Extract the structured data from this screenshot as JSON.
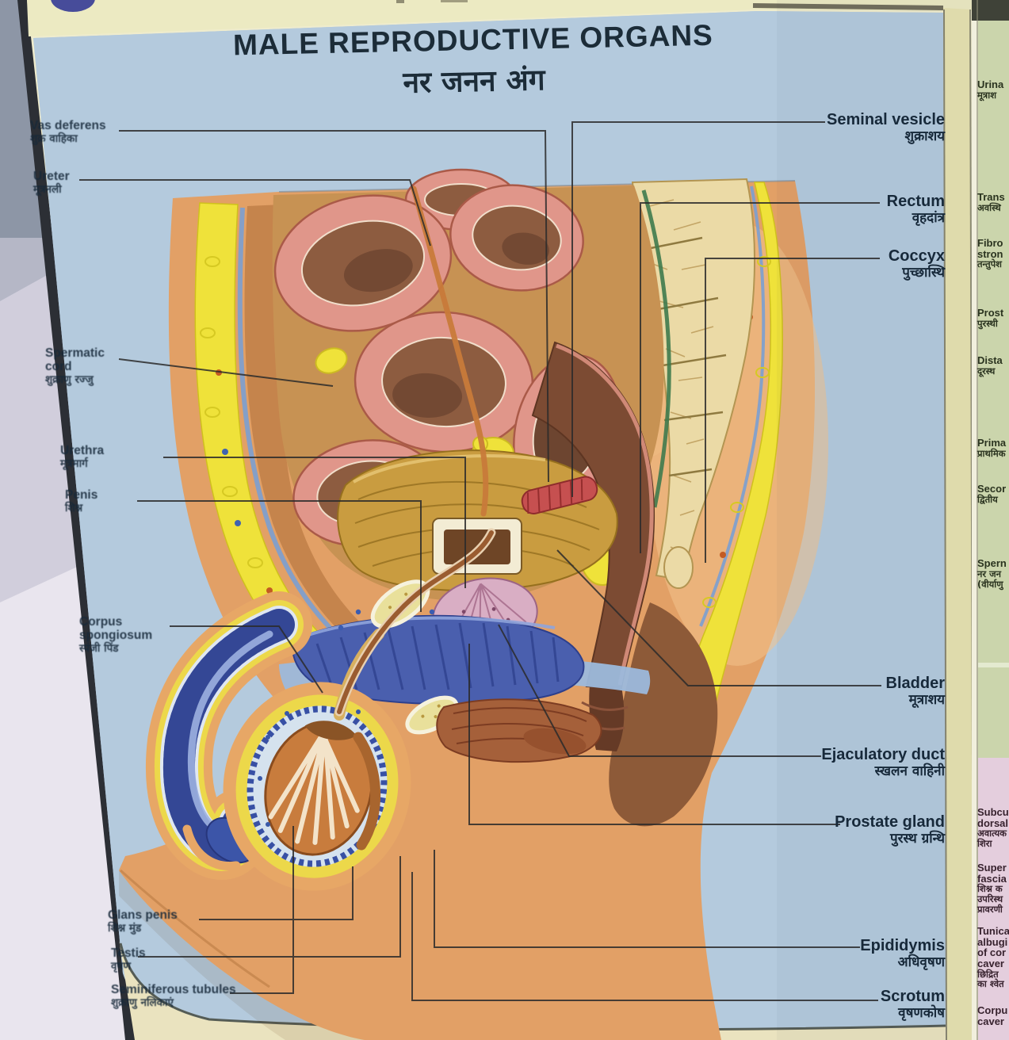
{
  "title": {
    "en": "MALE REPRODUCTIVE ORGANS",
    "hi": "नर जनन अंग"
  },
  "labels_left": [
    {
      "en": "Vas deferens",
      "hi": "शुक्र वाहिका"
    },
    {
      "en": "Ureter",
      "hi": "मूत्रनली"
    },
    {
      "en": "Spermatic\ncord",
      "hi": "शुक्राणु रज्जु"
    },
    {
      "en": "Urethra",
      "hi": "मूत्रमार्ग"
    },
    {
      "en": "Penis",
      "hi": "शिश्न"
    },
    {
      "en": "Corpus\nspongiosum",
      "hi": "स्पंजी पिंड"
    },
    {
      "en": "Glans penis",
      "hi": "शिश्न मुंड"
    },
    {
      "en": "Testis",
      "hi": "वृषण"
    },
    {
      "en": "Seminiferous tubules",
      "hi": "शुक्राणु नलिकाएं"
    }
  ],
  "labels_right": [
    {
      "en": "Seminal vesicle",
      "hi": "शुक्राशय"
    },
    {
      "en": "Rectum",
      "hi": "वृहदांत्र"
    },
    {
      "en": "Coccyx",
      "hi": "पुच्छास्थि"
    },
    {
      "en": "Bladder",
      "hi": "मूत्राशय"
    },
    {
      "en": "Ejaculatory duct",
      "hi": "स्खलन वाहिनी"
    },
    {
      "en": "Prostate gland",
      "hi": "पुरस्थ ग्रन्थि"
    },
    {
      "en": "Epididymis",
      "hi": "अधिवृषण"
    },
    {
      "en": "Scrotum",
      "hi": "वृषणकोष"
    }
  ],
  "side_panel": {
    "green_top": [
      {
        "en": "Urina",
        "hi": "मूत्राश"
      },
      {
        "en": "Trans",
        "hi": "अवस्थि"
      },
      {
        "en": "Fibro\nstron",
        "hi": "तन्तुपेश"
      },
      {
        "en": "Prost",
        "hi": "पुरस्थी"
      },
      {
        "en": "Dista",
        "hi": "दूरस्थ"
      }
    ],
    "green_bottom": [
      {
        "en": "Prima",
        "hi": "प्राथमिक"
      },
      {
        "en": "Secor",
        "hi": "द्वितीय"
      },
      {
        "en": "Spern",
        "hi": "नर जन\n(वीर्याणु"
      }
    ],
    "pink": [
      {
        "en": "Subcu\ndorsal",
        "hi": "अवात्यक\nशिरा"
      },
      {
        "en": "Super\nfascia",
        "hi": "शिश्न क\nउपरिस्थ\nप्रावरणी"
      },
      {
        "en": "Tunica\nalbugi\nof cor\ncaver",
        "hi": "छिद्रित\nका श्वेत"
      },
      {
        "en": "Corpu\ncaver",
        "hi": ""
      }
    ]
  },
  "colors": {
    "poster_blue": "#b4cadd",
    "panel_green": "#cbd5ac",
    "panel_pink": "#e4cedd",
    "strip_yellow": "#eceac2",
    "skin": "#e2a066",
    "fat_yellow": "#efe23a",
    "title_ink": "#1c2c38"
  }
}
